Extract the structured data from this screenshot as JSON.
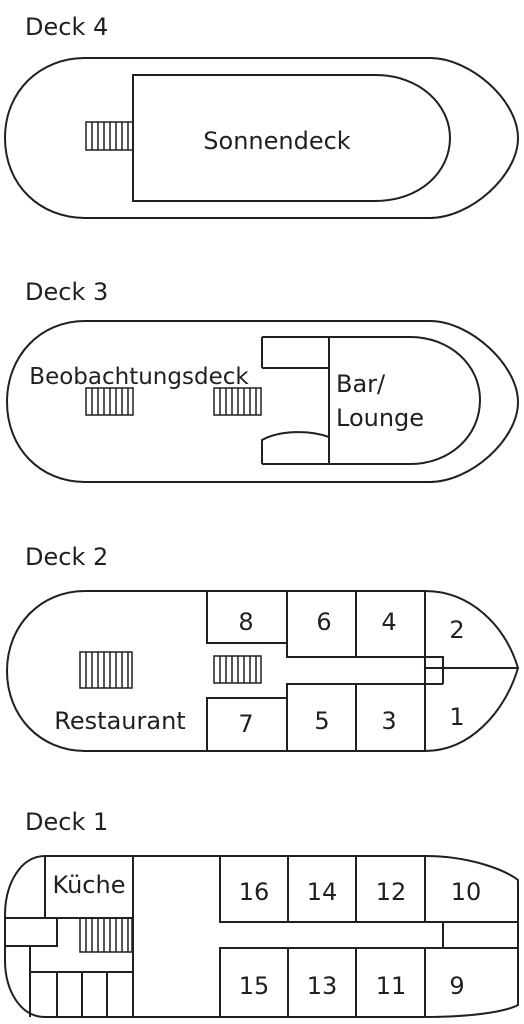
{
  "decks": [
    {
      "title": "Deck 4",
      "labels": {
        "sun_deck": "Sonnendeck"
      }
    },
    {
      "title": "Deck 3",
      "labels": {
        "observation": "Beobachtungsdeck",
        "bar_line1": "Bar/",
        "bar_line2": "Lounge"
      }
    },
    {
      "title": "Deck 2",
      "labels": {
        "restaurant": "Restaurant"
      },
      "cabins": [
        "8",
        "6",
        "4",
        "2",
        "7",
        "5",
        "3",
        "1"
      ]
    },
    {
      "title": "Deck 1",
      "labels": {
        "kitchen": "Küche"
      },
      "cabins": [
        "16",
        "14",
        "12",
        "10",
        "15",
        "13",
        "11",
        "9"
      ]
    }
  ],
  "colors": {
    "line": "#231f20",
    "background": "#ffffff"
  }
}
